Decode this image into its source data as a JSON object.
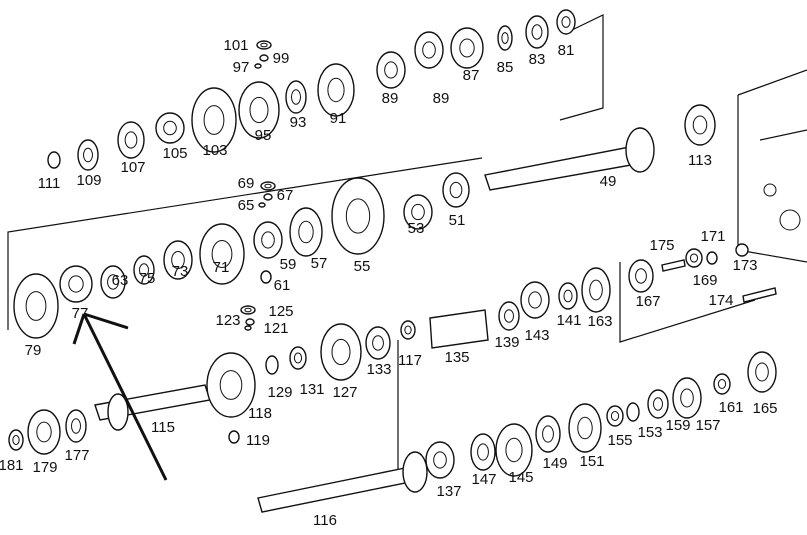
{
  "diagram": {
    "type": "exploded-parts-diagram",
    "part_numbers": [
      "101",
      "99",
      "97",
      "81",
      "83",
      "85",
      "87",
      "89",
      "89",
      "91",
      "93",
      "95",
      "103",
      "105",
      "107",
      "109",
      "111",
      "113",
      "49",
      "69",
      "67",
      "65",
      "53",
      "51",
      "55",
      "57",
      "59",
      "61",
      "71",
      "73",
      "75",
      "63",
      "77",
      "79",
      "123",
      "125",
      "121",
      "175",
      "171",
      "173",
      "169",
      "167",
      "174",
      "163",
      "141",
      "143",
      "139",
      "135",
      "117",
      "133",
      "127",
      "131",
      "129",
      "118",
      "119",
      "115",
      "177",
      "179",
      "181",
      "116",
      "137",
      "147",
      "145",
      "149",
      "151",
      "155",
      "153",
      "159",
      "157",
      "161",
      "165"
    ]
  }
}
